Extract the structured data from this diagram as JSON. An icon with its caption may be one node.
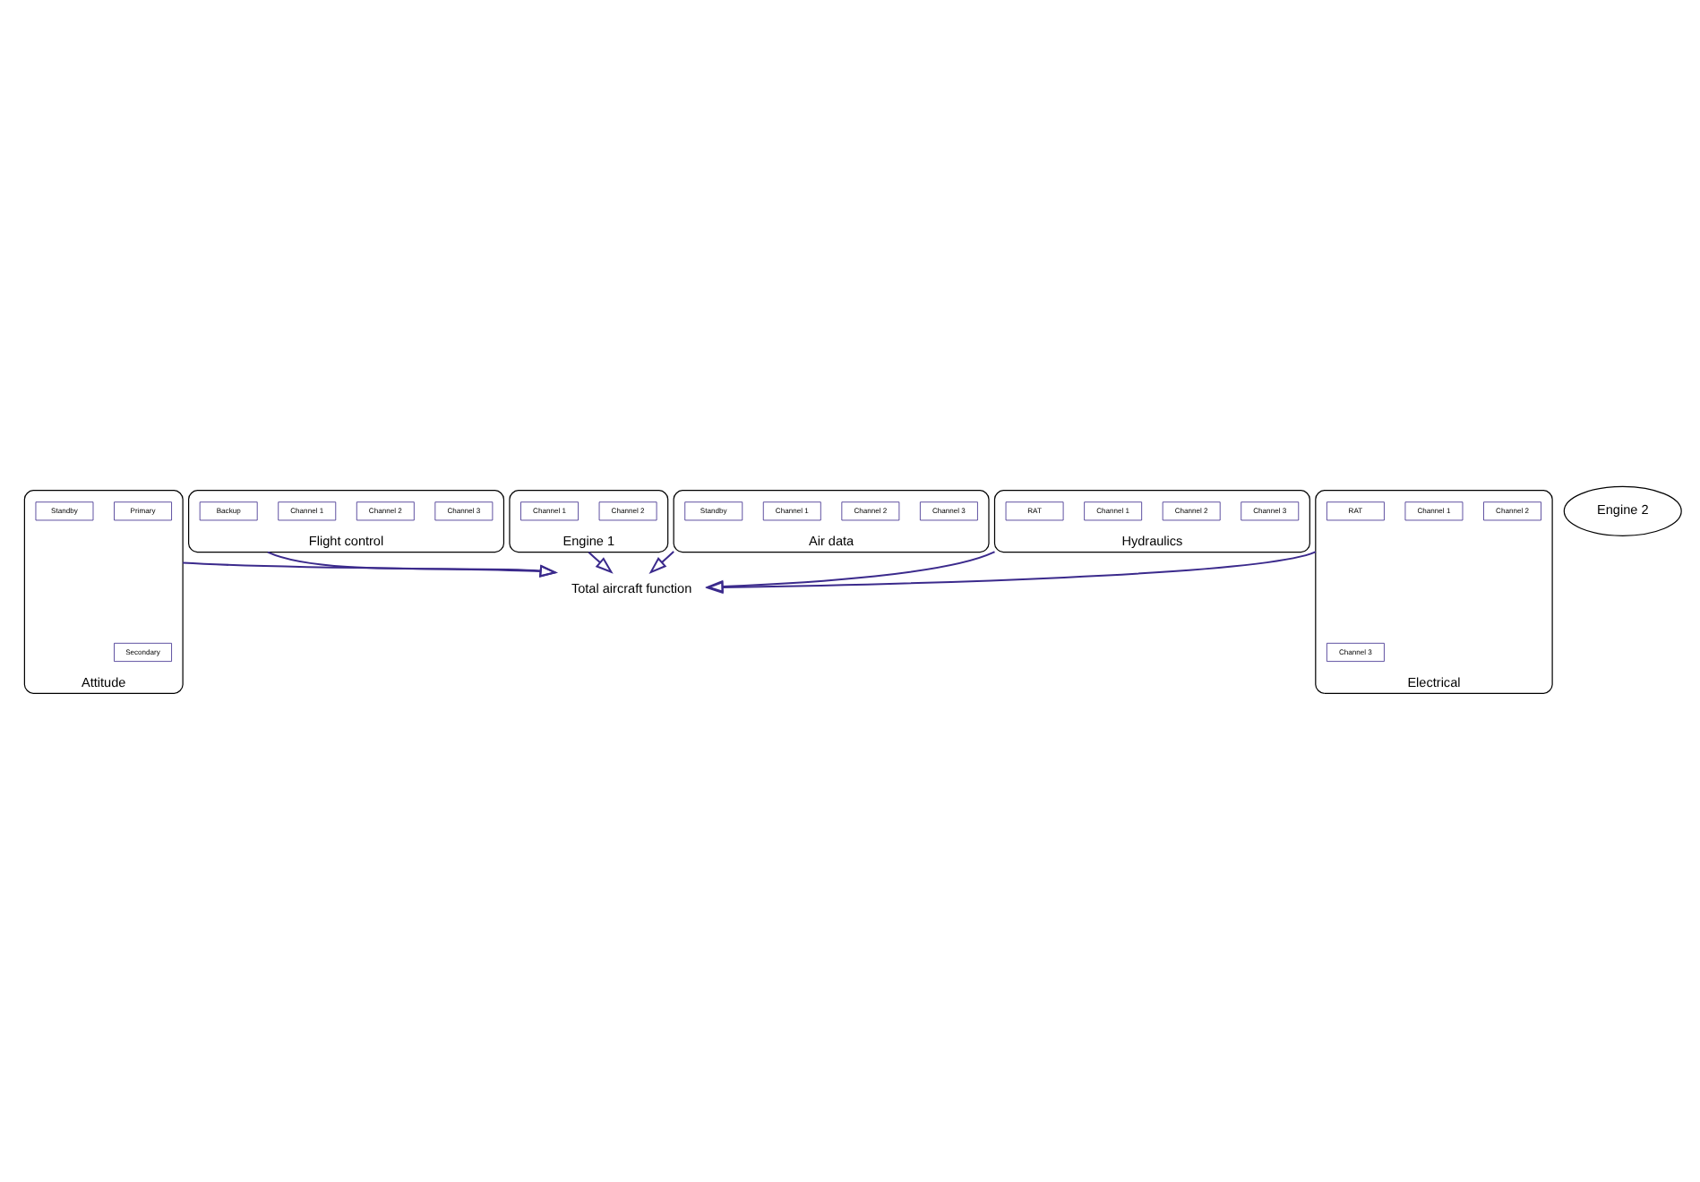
{
  "diagram": {
    "nodes": [
      {
        "text": [
          "Flight control"
        ]
      },
      {
        "text": [
          "Channel 3"
        ],
        "in": 0
      },
      {
        "text": [
          "Channel 2"
        ],
        "in": 0
      },
      {
        "text": [
          "Channel 1"
        ],
        "in": 0
      },
      {
        "text": [
          "Backup"
        ],
        "in": 0
      },
      {
        "text": [
          "Engine 2"
        ]
      },
      {
        "text": [
          "Engine 1"
        ]
      },
      {
        "text": [
          "Channel 2"
        ],
        "in": 6
      },
      {
        "text": [
          "Channel 1"
        ],
        "in": 6
      },
      {
        "text": [
          "Air data"
        ]
      },
      {
        "text": [
          "Channel 3"
        ],
        "in": 9
      },
      {
        "text": [
          "Channel 2"
        ],
        "in": 9
      },
      {
        "text": [
          "Channel 1"
        ],
        "in": 9
      },
      {
        "text": [
          "Standby"
        ],
        "in": 9
      },
      {
        "text": [
          "Total aircraft function"
        ]
      },
      {
        "text": [
          "Hydraulics"
        ]
      },
      {
        "text": [
          "Channel 3"
        ],
        "in": 15
      },
      {
        "text": [
          "Channel 2"
        ],
        "in": 15
      },
      {
        "text": [
          "Channel 1"
        ],
        "in": 15
      },
      {
        "text": [
          "RAT"
        ],
        "in": 15
      },
      {
        "text": [
          "Attitude"
        ]
      },
      {
        "text": [
          "Secondary"
        ],
        "in": 20
      },
      {
        "text": [
          "Primary"
        ],
        "in": 20
      },
      {
        "text": [
          "Standby"
        ],
        "in": 20
      },
      {
        "text": [
          "Electrical"
        ]
      },
      {
        "text": [
          "Channel 3"
        ],
        "in": 24
      },
      {
        "text": [
          "Channel 2"
        ],
        "in": 24
      },
      {
        "text": [
          "Channel 1"
        ],
        "in": 24
      },
      {
        "text": [
          "RAT"
        ],
        "in": 24
      }
    ],
    "edges": [
      {
        "from": 0,
        "to": 14,
        "arrow": "to"
      },
      {
        "from": 6,
        "to": 14,
        "arrow": "to"
      },
      {
        "from": 9,
        "to": 14,
        "arrow": "to"
      },
      {
        "from": 15,
        "to": 14,
        "arrow": "to"
      },
      {
        "from": 20,
        "to": 14,
        "arrow": "to"
      },
      {
        "from": 24,
        "to": 14,
        "arrow": "to"
      }
    ]
  }
}
